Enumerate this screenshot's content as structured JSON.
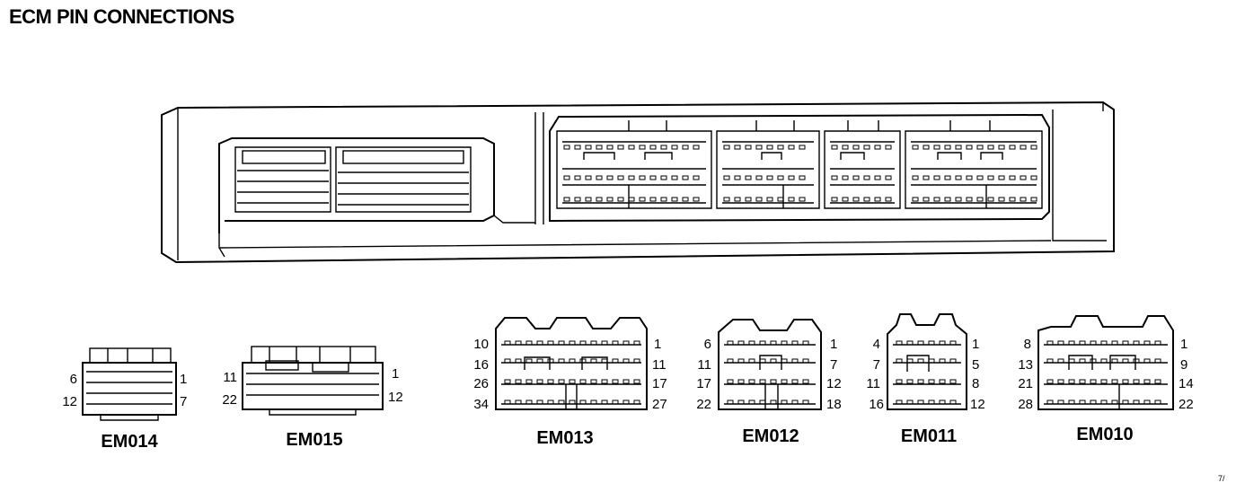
{
  "title": "ECM PIN CONNECTIONS",
  "corner_mark": "7/",
  "connectors": [
    {
      "id": "EM014",
      "pins": {
        "top_left": "6",
        "top_right": "1",
        "bottom_left": "12",
        "bottom_right": "7"
      }
    },
    {
      "id": "EM015",
      "pins": {
        "top_left": "11",
        "top_right": "1",
        "bottom_left": "22",
        "bottom_right": "12"
      }
    },
    {
      "id": "EM013",
      "pins": {
        "row1_left": "10",
        "row1_right": "1",
        "row2_left": "16",
        "row2_right": "11",
        "row3_left": "26",
        "row3_right": "17",
        "row4_left": "34",
        "row4_right": "27"
      }
    },
    {
      "id": "EM012",
      "pins": {
        "row1_left": "6",
        "row1_right": "1",
        "row2_left": "11",
        "row2_right": "7",
        "row3_left": "17",
        "row3_right": "12",
        "row4_left": "22",
        "row4_right": "18"
      }
    },
    {
      "id": "EM011",
      "pins": {
        "row1_left": "4",
        "row1_right": "1",
        "row2_left": "7",
        "row2_right": "5",
        "row3_left": "11",
        "row3_right": "8",
        "row4_left": "16",
        "row4_right": "12"
      }
    },
    {
      "id": "EM010",
      "pins": {
        "row1_left": "8",
        "row1_right": "1",
        "row2_left": "13",
        "row2_right": "9",
        "row3_left": "21",
        "row3_right": "14",
        "row4_left": "28",
        "row4_right": "22"
      }
    }
  ]
}
